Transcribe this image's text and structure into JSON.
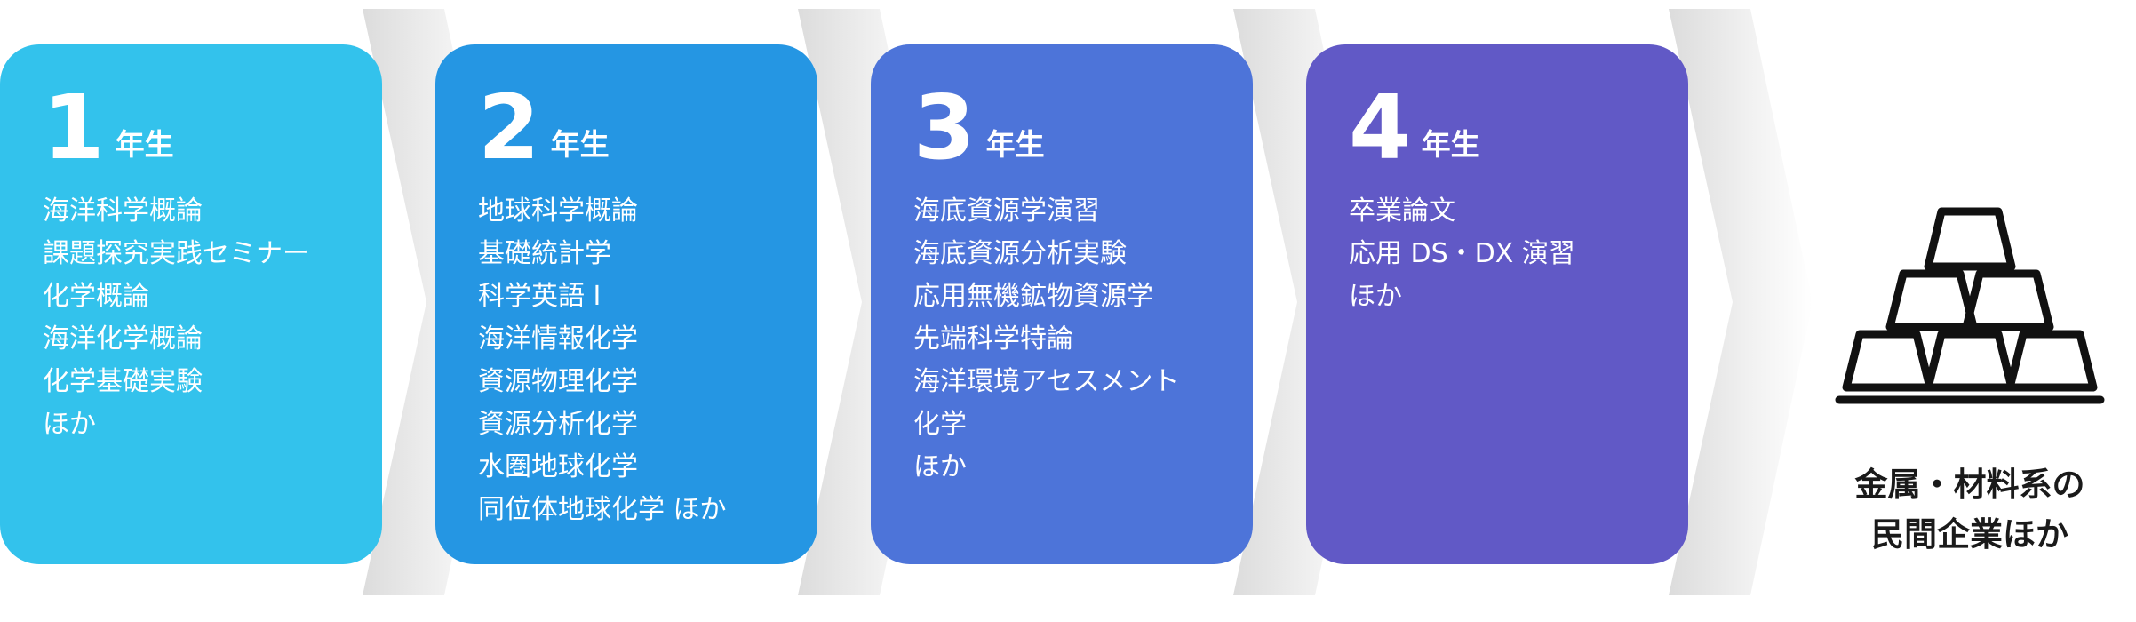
{
  "years": [
    {
      "number": "1",
      "suffix": "年生",
      "color": "#33c2ec",
      "items": [
        "海洋科学概論",
        "課題探究実践セミナー",
        "化学概論",
        "海洋化学概論",
        "化学基礎実験",
        "ほか"
      ]
    },
    {
      "number": "2",
      "suffix": "年生",
      "color": "#2596e3",
      "items": [
        "地球科学概論",
        "基礎統計学",
        "科学英語 I",
        "海洋情報化学",
        "資源物理化学",
        "資源分析化学",
        "水圏地球化学",
        "同位体地球化学 ほか"
      ]
    },
    {
      "number": "3",
      "suffix": "年生",
      "color": "#4d74d9",
      "items": [
        "海底資源学演習",
        "海底資源分析実験",
        "応用無機鉱物資源学",
        "先端科学特論",
        "海洋環境アセスメント",
        "化学",
        "ほか"
      ]
    },
    {
      "number": "4",
      "suffix": "年生",
      "color": "#6159c6",
      "items": [
        "卒業論文",
        "応用 DS・DX 演習",
        "ほか"
      ]
    }
  ],
  "goal": {
    "icon": "gold-bars-icon",
    "lines": [
      "金属・材料系の",
      "民間企業ほか"
    ]
  }
}
